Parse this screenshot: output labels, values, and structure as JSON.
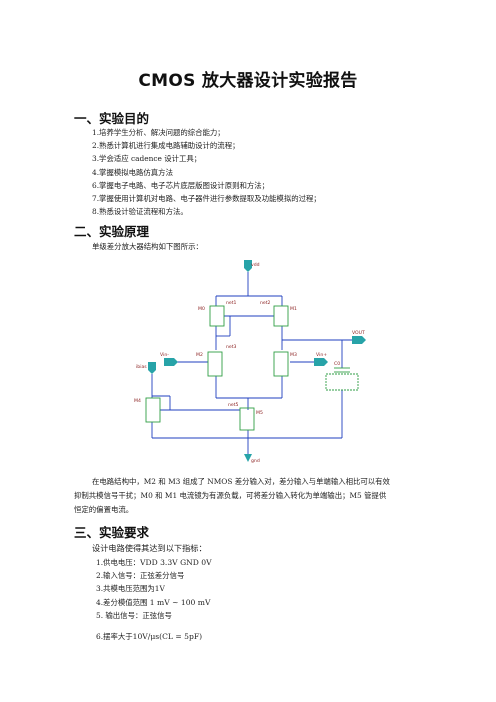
{
  "doc": {
    "title": "CMOS 放大器设计实验报告",
    "section1": {
      "heading": "一、实验目的",
      "items": [
        "1.培养学生分析、解决问题的综合能力；",
        "2.熟悉计算机进行集成电路辅助设计的流程；",
        "3.学会适应 cadence 设计工具；",
        "4.掌握模拟电路仿真方法",
        "6.掌握电子电路、电子芯片底层版图设计原则和方法；",
        "7.掌握使用计算机对电路、电子器件进行参数提取及功能模拟的过程；",
        "8.熟悉设计验证流程和方法。"
      ]
    },
    "section2": {
      "heading": "二、实验原理",
      "intro": "单级差分放大器结构如下图所示：",
      "desc_line1": "在电路结构中，M2 和 M3 组成了 NMOS 差分输入对，差分输入与单端输入相比可以有效",
      "desc_line2": "抑制共模信号干扰；M0 和 M1 电流镜为有源负载，可将差分输入转化为单端输出；M5 管提供",
      "desc_line3": "恒定的偏置电流。"
    },
    "section3": {
      "heading": "三、实验要求",
      "intro": "设计电路使得其达到以下指标：",
      "items": [
        {
          "label": "1.供电电压：",
          "value": "VDD 3.3V GND 0V"
        },
        {
          "label": "2.输入信号：正弦差分信号",
          "value": ""
        },
        {
          "label": "3.共模电压范围为1V",
          "value": ""
        },
        {
          "label": "4.差分模值范围",
          "value": "1 mV ~ 100 mV"
        },
        {
          "label": "5. 输出信号：正弦信号",
          "value": ""
        },
        {
          "label": "6.摆率大于",
          "value": "10V/μs(CL = 5pF)"
        }
      ]
    }
  },
  "schematic": {
    "labels": {
      "vdd": "vdd",
      "gnd": "gnd",
      "vout": "VOUT",
      "vin_minus": "Vin-",
      "vin_plus": "Vin+",
      "ibias": "ibias",
      "m0": "M0",
      "m1": "M1",
      "m2": "M2",
      "m3": "M3",
      "m4": "M4",
      "m5": "M5",
      "c0": "C0",
      "net_a": "net1",
      "net_b": "net2",
      "net_c": "net3",
      "net_d": "net5"
    },
    "colors": {
      "wire": "#1f3fbf",
      "device": "#2f9e44",
      "pin": "#27a3a8",
      "label": "#8a1f1f"
    }
  }
}
